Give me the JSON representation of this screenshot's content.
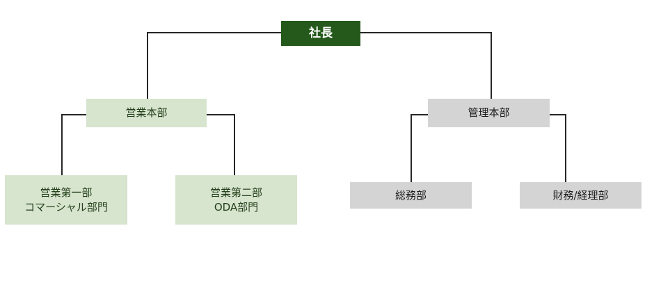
{
  "chart": {
    "type": "org-chart",
    "title": "",
    "colors": {
      "root_fill": "#24591b",
      "root_text": "#ffffff",
      "green_fill": "#d7e4ce",
      "green_text": "#24411c",
      "gray_fill": "#d4d4d4",
      "gray_text": "#1c1c1c",
      "line": "#262626",
      "background": "#ffffff"
    },
    "nodes": [
      {
        "id": "president",
        "label": "社長",
        "level": 0,
        "style": "root",
        "parent": null
      },
      {
        "id": "sales-hq",
        "label": "営業本部",
        "level": 1,
        "style": "green",
        "parent": "president"
      },
      {
        "id": "admin-hq",
        "label": "管理本部",
        "level": 1,
        "style": "gray",
        "parent": "president"
      },
      {
        "id": "sales-dept-1",
        "label": "営業第一部\nコマーシャル部門",
        "line1": "営業第一部",
        "line2": "コマーシャル部門",
        "level": 2,
        "style": "green",
        "parent": "sales-hq"
      },
      {
        "id": "sales-dept-2",
        "label": "営業第二部\nODA部門",
        "line1": "営業第二部",
        "line2": "ODA部門",
        "level": 2,
        "style": "green",
        "parent": "sales-hq"
      },
      {
        "id": "general-affairs",
        "label": "総務部",
        "level": 2,
        "style": "gray",
        "parent": "admin-hq"
      },
      {
        "id": "finance-accounting",
        "label": "財務/経理部",
        "level": 2,
        "style": "gray",
        "parent": "admin-hq"
      }
    ]
  }
}
